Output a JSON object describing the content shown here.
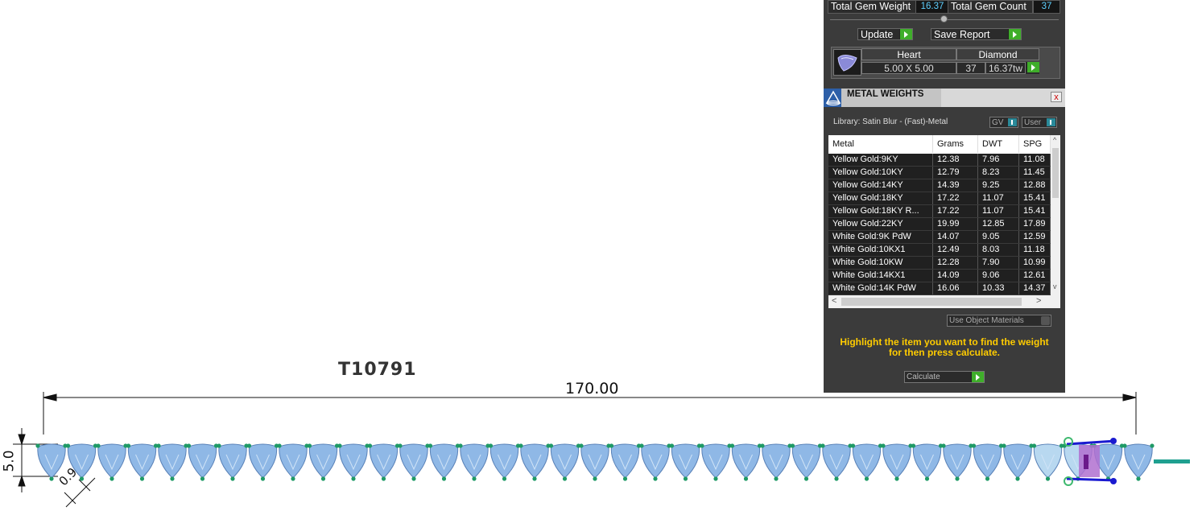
{
  "drawing": {
    "part_number": "T10791",
    "length_dim": "170.00",
    "height_dim": "5.0",
    "gap_dim": "0.90",
    "stone_count": 37
  },
  "panel": {
    "total_gem_weight_label": "Total Gem Weight",
    "total_gem_weight_value": "16.37",
    "total_gem_count_label": "Total Gem Count",
    "total_gem_count_value": "37",
    "update_label": "Update",
    "save_report_label": "Save Report",
    "gem": {
      "shape": "Heart",
      "material": "Diamond",
      "size": "5.00 X 5.00",
      "count": "37",
      "weight": "16.37tw"
    },
    "metal_weights": {
      "title": "METAL WEIGHTS",
      "close_glyph": "x",
      "library": "Library: Satin Blur - (Fast)-Metal",
      "toggle_gv": "GV",
      "toggle_user": "User",
      "columns": [
        "Metal",
        "Grams",
        "DWT",
        "SPG"
      ],
      "rows": [
        [
          "Yellow Gold:9KY",
          "12.38",
          "7.96",
          "11.08"
        ],
        [
          "Yellow Gold:10KY",
          "12.79",
          "8.23",
          "11.45"
        ],
        [
          "Yellow Gold:14KY",
          "14.39",
          "9.25",
          "12.88"
        ],
        [
          "Yellow Gold:18KY",
          "17.22",
          "11.07",
          "15.41"
        ],
        [
          "Yellow Gold:18KY R...",
          "17.22",
          "11.07",
          "15.41"
        ],
        [
          "Yellow Gold:22KY",
          "19.99",
          "12.85",
          "17.89"
        ],
        [
          "White Gold:9K PdW",
          "14.07",
          "9.05",
          "12.59"
        ],
        [
          "White Gold:10KX1",
          "12.49",
          "8.03",
          "11.18"
        ],
        [
          "White Gold:10KW",
          "12.28",
          "7.90",
          "10.99"
        ],
        [
          "White Gold:14KX1",
          "14.09",
          "9.06",
          "12.61"
        ],
        [
          "White Gold:14K PdW",
          "16.06",
          "10.33",
          "14.37"
        ]
      ],
      "use_object_materials": "Use Object Materials",
      "hint": "Highlight the item you want to find the weight for then press calculate.",
      "calculate_label": "Calculate"
    }
  },
  "colors": {
    "panel_bg": "#3b3b3b",
    "accent_green": "#3fae2a",
    "value_cyan": "#5ed0ff",
    "hint_yellow": "#ffcc00",
    "stone_blue": "#8fb8e6",
    "prong_green": "#1f9a66",
    "clasp_purple": "#a040c0"
  }
}
